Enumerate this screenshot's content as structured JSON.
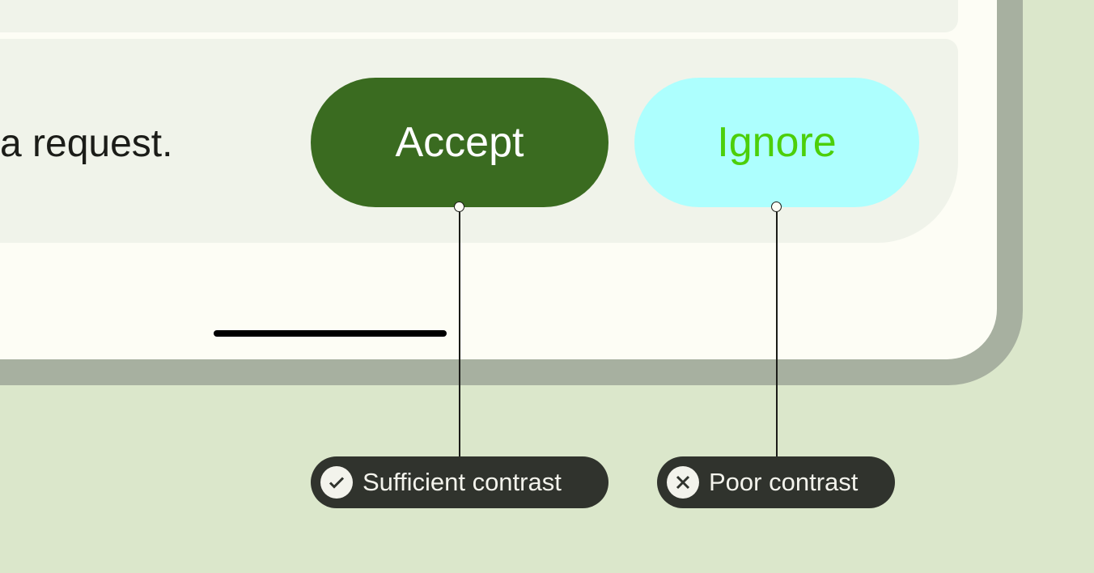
{
  "message": {
    "text": "a request."
  },
  "buttons": {
    "accept": "Accept",
    "ignore": "Ignore"
  },
  "annotations": [
    {
      "label": "Sufficient contrast",
      "icon": "check-circle-icon"
    },
    {
      "label": "Poor contrast",
      "icon": "close-circle-icon"
    }
  ],
  "colors": {
    "background": "#dbe7cb",
    "accept_button": "#3a6b20",
    "accept_text": "#ffffff",
    "ignore_button": "#adfffe",
    "ignore_text": "#4ccf0a",
    "chip": "#30332d"
  }
}
